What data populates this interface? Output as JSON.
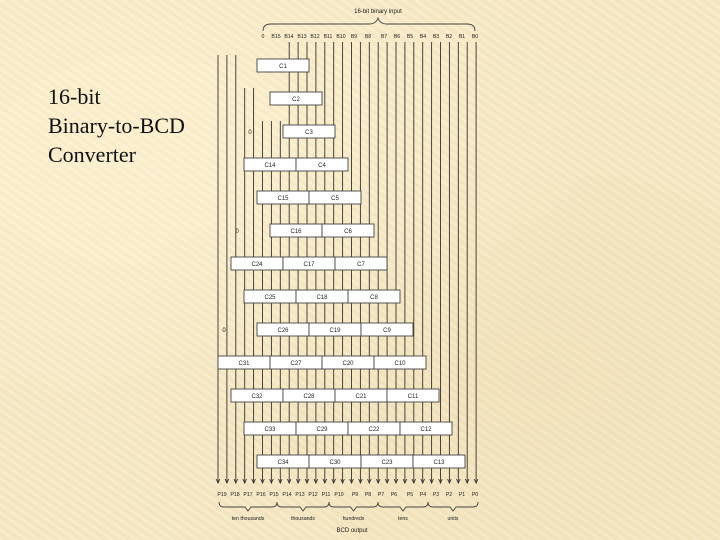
{
  "title_lines": [
    "16-bit",
    "Binary-to-BCD",
    "Converter"
  ],
  "input_label": "16-bit binary input",
  "output_label": "BCD output",
  "input_bits": [
    "0",
    "B15",
    "B14",
    "B13",
    "B12",
    "B11",
    "B10",
    "B9",
    "B8",
    "B7",
    "B6",
    "B5",
    "B4",
    "B3",
    "B2",
    "B1",
    "B0"
  ],
  "output_bits": [
    "P19",
    "P18",
    "P17",
    "P16",
    "P15",
    "P14",
    "P13",
    "P12",
    "P11",
    "P10",
    "P9",
    "P8",
    "P7",
    "P6",
    "P5",
    "P4",
    "P3",
    "P2",
    "P1",
    "P0"
  ],
  "zero_label": "0",
  "groups": [
    "ten thousands",
    "thousands",
    "hundreds",
    "tens",
    "units"
  ],
  "rows": [
    [
      "C1"
    ],
    [
      "C2"
    ],
    [
      "C3"
    ],
    [
      "C14",
      "C4"
    ],
    [
      "C15",
      "C5"
    ],
    [
      "C16",
      "C6"
    ],
    [
      "C24",
      "C17",
      "C7"
    ],
    [
      "C25",
      "C18",
      "C8"
    ],
    [
      "C26",
      "C19",
      "C9"
    ],
    [
      "C31",
      "C27",
      "C20",
      "C10"
    ],
    [
      "C32",
      "C28",
      "C21",
      "C11"
    ],
    [
      "C33",
      "C29",
      "C22",
      "C12"
    ],
    [
      "C34",
      "C30",
      "C23",
      "C13"
    ]
  ]
}
